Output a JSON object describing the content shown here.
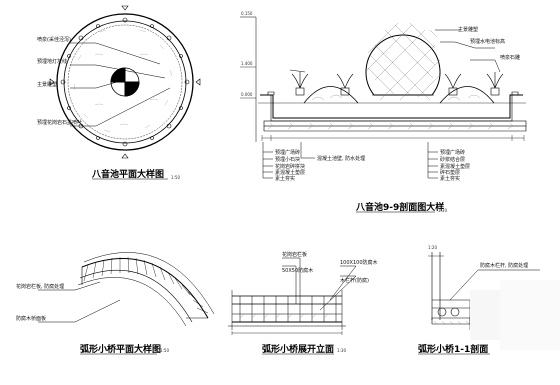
{
  "drawing": {
    "plan": {
      "title": "八音池平面大样图",
      "scale": "1:50",
      "labels": [
        "喷泉(采佳泾泻)",
        "预埋地灯灰线",
        "主景雕塑",
        "预埋花岗岩石墨喷叶"
      ]
    },
    "section": {
      "title": "八音池9-9剖面图大样",
      "scale": "1:30",
      "top_labels": [
        "主景雕塑",
        "预埋水电池标高",
        "喷泉石雕"
      ],
      "left_labels": [
        "预埋广场砖",
        "预埋小石块",
        "花岗岩碎拼块",
        "素混凝土垫层",
        "素土夯实"
      ],
      "right_labels": [
        "预埋广场砖",
        "砂浆结合层",
        "素混凝土垫层",
        "碎石垫层",
        "素土夯实"
      ],
      "mid_label": "混凝土池壁, 防水处理",
      "level_marks": [
        "0.150",
        "1.400",
        "0.000"
      ]
    },
    "bridge_plan": {
      "title": "弧形小桥平面大样图",
      "scale": "1:50",
      "labels": [
        "花岗岩栏板, 防腐处理",
        "防腐木桥面板"
      ]
    },
    "bridge_elev": {
      "title": "弧形小桥展开立面",
      "scale": "1:30",
      "labels": [
        "花岗岩栏板",
        "50X50防腐木",
        "100X100防腐木",
        "木栏杆(防腐)"
      ]
    },
    "bridge_detail": {
      "title": "弧形小桥1-1剖面",
      "dims": [
        "1:20"
      ],
      "label": "防腐木栏杆, 防腐处理"
    }
  }
}
